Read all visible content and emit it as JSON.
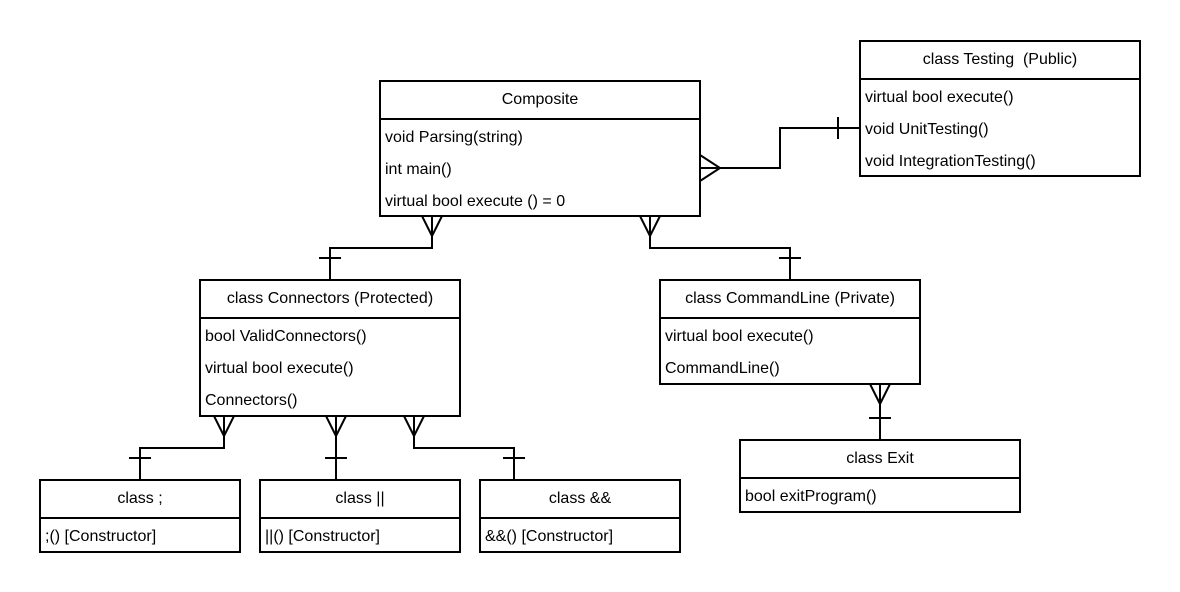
{
  "classes": {
    "composite": {
      "title": "Composite",
      "members": [
        "void Parsing(string)",
        "int main()",
        "virtual bool execute () = 0"
      ]
    },
    "testing": {
      "title": "class Testing  (Public)",
      "members": [
        "virtual bool execute()",
        "void UnitTesting()",
        "void IntegrationTesting()"
      ]
    },
    "connectors": {
      "title": "class Connectors (Protected)",
      "members": [
        "bool ValidConnectors()",
        "virtual bool execute()",
        "Connectors()"
      ]
    },
    "commandline": {
      "title": "class CommandLine (Private)",
      "members": [
        "virtual bool execute()",
        "CommandLine()"
      ]
    },
    "semicolon": {
      "title": "class ;",
      "members": [
        ";() [Constructor]"
      ]
    },
    "or": {
      "title": "class ||",
      "members": [
        "||() [Constructor]"
      ]
    },
    "and": {
      "title": "class &&",
      "members": [
        "&&() [Constructor]"
      ]
    },
    "exit": {
      "title": "class Exit",
      "members": [
        "bool exitProgram()"
      ]
    }
  },
  "colors": {
    "line": "#000000",
    "background": "#ffffff"
  }
}
